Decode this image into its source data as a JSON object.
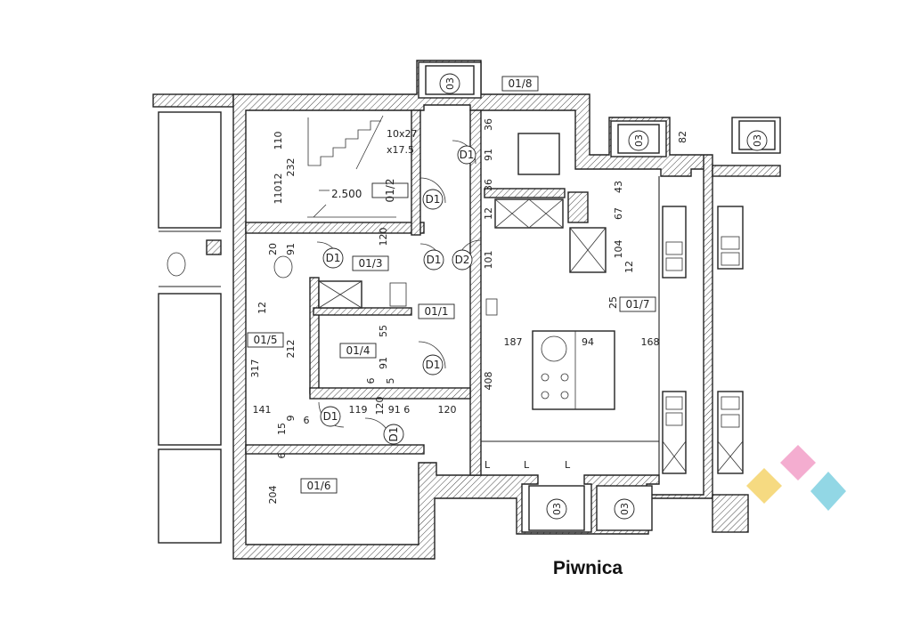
{
  "caption": "Piwnica",
  "labels": {
    "window": "03",
    "door1": "D1",
    "door2": "D2",
    "stairs": "10x27",
    "stairs_h": "x17.5",
    "level": "2.500",
    "r18": "01/8",
    "r17": "01/7",
    "r16": "01/6",
    "r15": "01/5",
    "r14": "01/4",
    "r13": "01/3",
    "r12": "01/2",
    "r11": "01/1",
    "l": "L"
  },
  "dims": {
    "d110": "110",
    "d232": "232",
    "d11012": "11012",
    "d36a": "36",
    "d91a": "91",
    "d36b": "36",
    "d12b": "12",
    "d101": "101",
    "d82": "82",
    "d43": "43",
    "d67": "67",
    "d104": "104",
    "d12c": "12",
    "d25": "25",
    "d187": "187",
    "d94": "94",
    "d168": "168",
    "d408": "408",
    "d317": "317",
    "d212": "212",
    "d12d": "12",
    "d55": "55",
    "d91b": "91",
    "d6a": "6",
    "d5": "5",
    "d141": "141",
    "d119": "119",
    "d120a": "120",
    "d916": "91 6",
    "d120b": "120",
    "d15": "15",
    "d9": "9",
    "d6b": "6",
    "d6c": "6",
    "d204": "204",
    "d120c": "120",
    "d20": "20",
    "d91c": "91"
  }
}
